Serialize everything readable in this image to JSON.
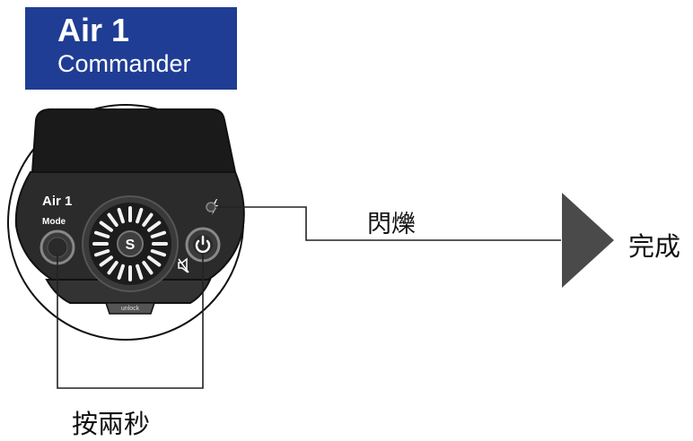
{
  "badge": {
    "title": "Air 1",
    "subtitle": "Commander"
  },
  "device": {
    "brand_label": "Air 1",
    "mode_label": "Mode",
    "dial_center_label": "S",
    "unlock_label": "unlock"
  },
  "callouts": {
    "flash_label": "閃爍",
    "done_label": "完成",
    "press_label": "按兩秒"
  },
  "colors": {
    "badge_bg": "#1f3d94",
    "device_body": "#2b2b2b",
    "arrow": "#4a4a4a"
  },
  "icons": [
    "power-icon",
    "mute-speaker-icon",
    "flash-bolt-icon",
    "arrow-right-icon"
  ]
}
